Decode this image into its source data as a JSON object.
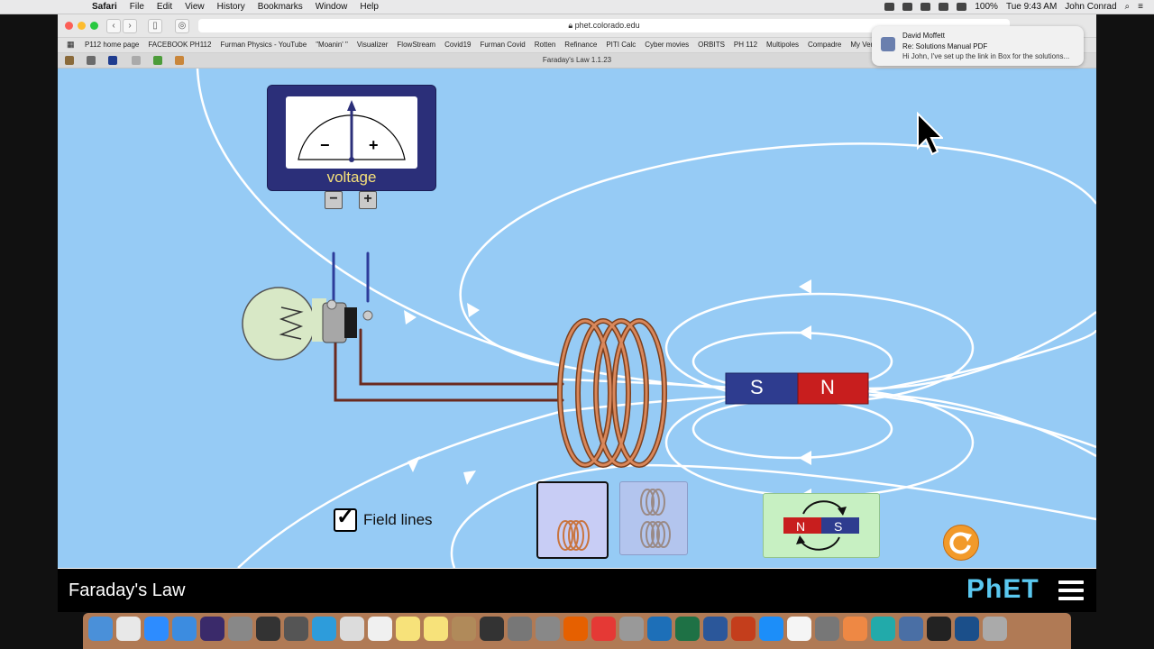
{
  "menubar": {
    "app": "Safari",
    "menus": [
      "File",
      "Edit",
      "View",
      "History",
      "Bookmarks",
      "Window",
      "Help"
    ],
    "battery": "100%",
    "clock": "Tue 9:43 AM",
    "user": "John Conrad"
  },
  "browser": {
    "url": "phet.colorado.edu",
    "bookmarks": [
      "P112 home page",
      "FACEBOOK PH112",
      "Furman Physics - YouTube",
      "\"Moanin' \"",
      "Visualizer",
      "FlowStream",
      "Covid19",
      "Furman Covid",
      "Rotten",
      "Refinance",
      "PITI Calc",
      "Cyber movies",
      "ORBITS",
      "PH 112",
      "Multipoles",
      "Compadre",
      "My Ver"
    ],
    "tab_title": "Faraday's Law 1.1.23"
  },
  "notification": {
    "sender": "David Moffett",
    "subject": "Re: Solutions Manual PDF",
    "body": "Hi John, I've set up the link in Box for the solutions..."
  },
  "sim": {
    "voltmeter_label": "voltage",
    "minus": "−",
    "plus": "+",
    "field_lines_label": "Field lines",
    "field_lines_checked": true,
    "magnet_s": "S",
    "magnet_n": "N",
    "flip_n": "N",
    "flip_s": "S",
    "colors": {
      "background": "#96cbf5",
      "magnet_s": "#2e3c8f",
      "magnet_n": "#c81e1e",
      "coil": "#c9743e",
      "voltmeter": "#2b2f79"
    }
  },
  "footer": {
    "title": "Faraday's Law",
    "logo": "PhET"
  }
}
